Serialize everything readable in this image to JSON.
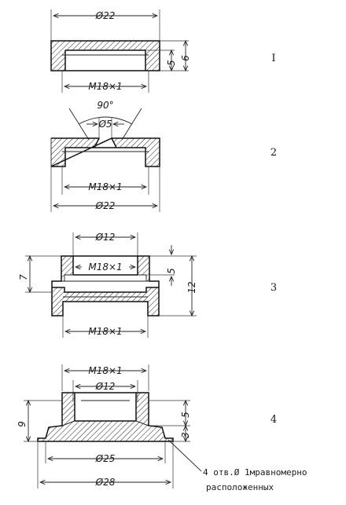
{
  "parts": [
    {
      "number": "I",
      "dims": {
        "outer_dia": "Ø22",
        "thread": "M18×1",
        "h_inner": "5",
        "h_outer": "6"
      }
    },
    {
      "number": "2",
      "dims": {
        "angle": "90°",
        "hole_dia": "Ø5",
        "thread": "M18×1",
        "outer_dia": "Ø22"
      }
    },
    {
      "number": "3",
      "dims": {
        "top_dia": "Ø12",
        "thread_top": "M18×1",
        "thread_bottom": "M18×1",
        "h_left": "7",
        "h_top": "5",
        "h_total": "12"
      }
    },
    {
      "number": "4",
      "dims": {
        "thread": "M18×1",
        "inner_dia": "Ø12",
        "h_total": "9",
        "h_top": "5",
        "h_flange": "3",
        "flange_inner": "Ø25",
        "flange_outer": "Ø28"
      }
    }
  ],
  "note": {
    "line1": "4 отв.Ø 1мравномерно",
    "line2": "расположенных"
  },
  "colors": {
    "ink": "#111111",
    "paper": "#ffffff"
  }
}
